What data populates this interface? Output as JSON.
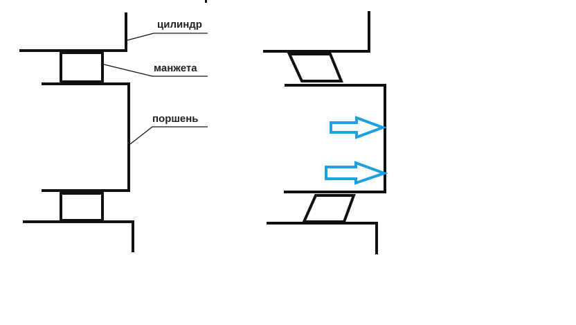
{
  "labels": {
    "cylinder": "цилиндр",
    "cuff": "манжета",
    "piston": "поршень"
  },
  "colors": {
    "line": "#111111",
    "arrow": "#1e9fe0",
    "label": "#222222"
  },
  "right_view": {
    "arrows": [
      {
        "name": "pressure-arrow-upper",
        "direction": "right"
      },
      {
        "name": "pressure-arrow-lower",
        "direction": "right"
      }
    ]
  }
}
